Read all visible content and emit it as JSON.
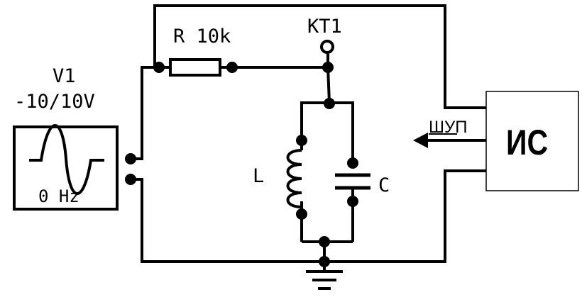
{
  "source": {
    "name": "V1",
    "range": "-10/10V",
    "frequency": "0 Hz"
  },
  "resistor": {
    "label": "R 10k"
  },
  "test_point": {
    "label": "KT1"
  },
  "inductor": {
    "label": "L"
  },
  "capacitor": {
    "label": "C"
  },
  "probe": {
    "label": "ШУП"
  },
  "instrument": {
    "label": "ИС"
  }
}
